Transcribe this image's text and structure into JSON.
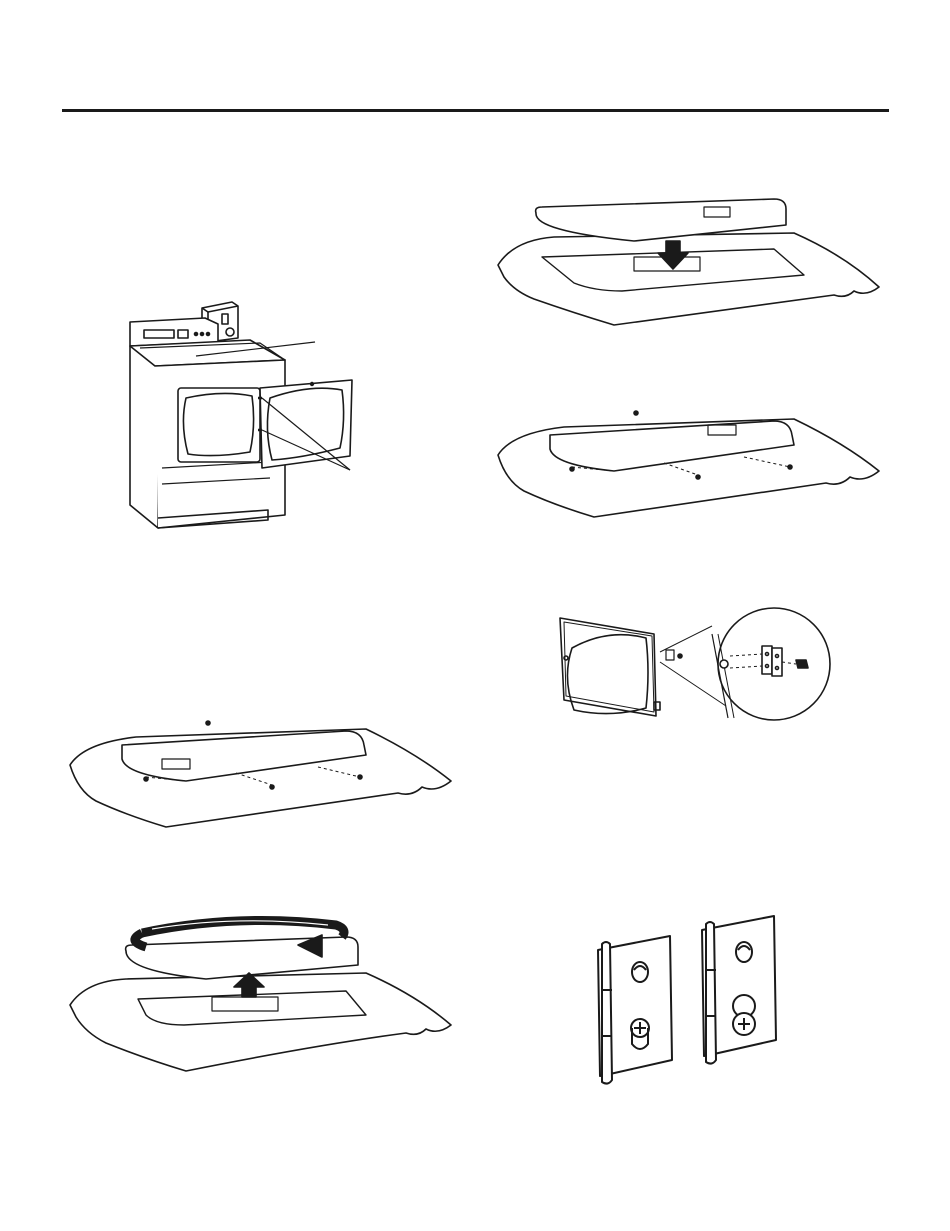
{
  "page": {
    "rule_color": "#1a1a1a",
    "stroke_color": "#1a1a1a",
    "paper_color": "#ffffff"
  },
  "figures": [
    {
      "id": "dryer-overview",
      "icons": [
        "dryer-icon",
        "coin-box-icon",
        "open-door-icon"
      ]
    },
    {
      "id": "lower-panel-onto-cloth",
      "icons": [
        "panel-icon",
        "down-arrow-icon"
      ]
    },
    {
      "id": "panel-flat-with-screws",
      "icons": [
        "panel-icon",
        "screw-icon"
      ]
    },
    {
      "id": "door-hinge-detail",
      "icons": [
        "door-icon",
        "hinge-icon",
        "magnifier-circle-icon"
      ]
    },
    {
      "id": "panel-flat-with-screws-left",
      "icons": [
        "panel-icon",
        "screw-icon"
      ]
    },
    {
      "id": "lift-and-rotate-panel",
      "icons": [
        "panel-icon",
        "up-arrow-icon",
        "rotate-arrow-icon"
      ]
    },
    {
      "id": "hinge-comparison",
      "icons": [
        "hinge-icon",
        "hinge-icon"
      ]
    }
  ]
}
